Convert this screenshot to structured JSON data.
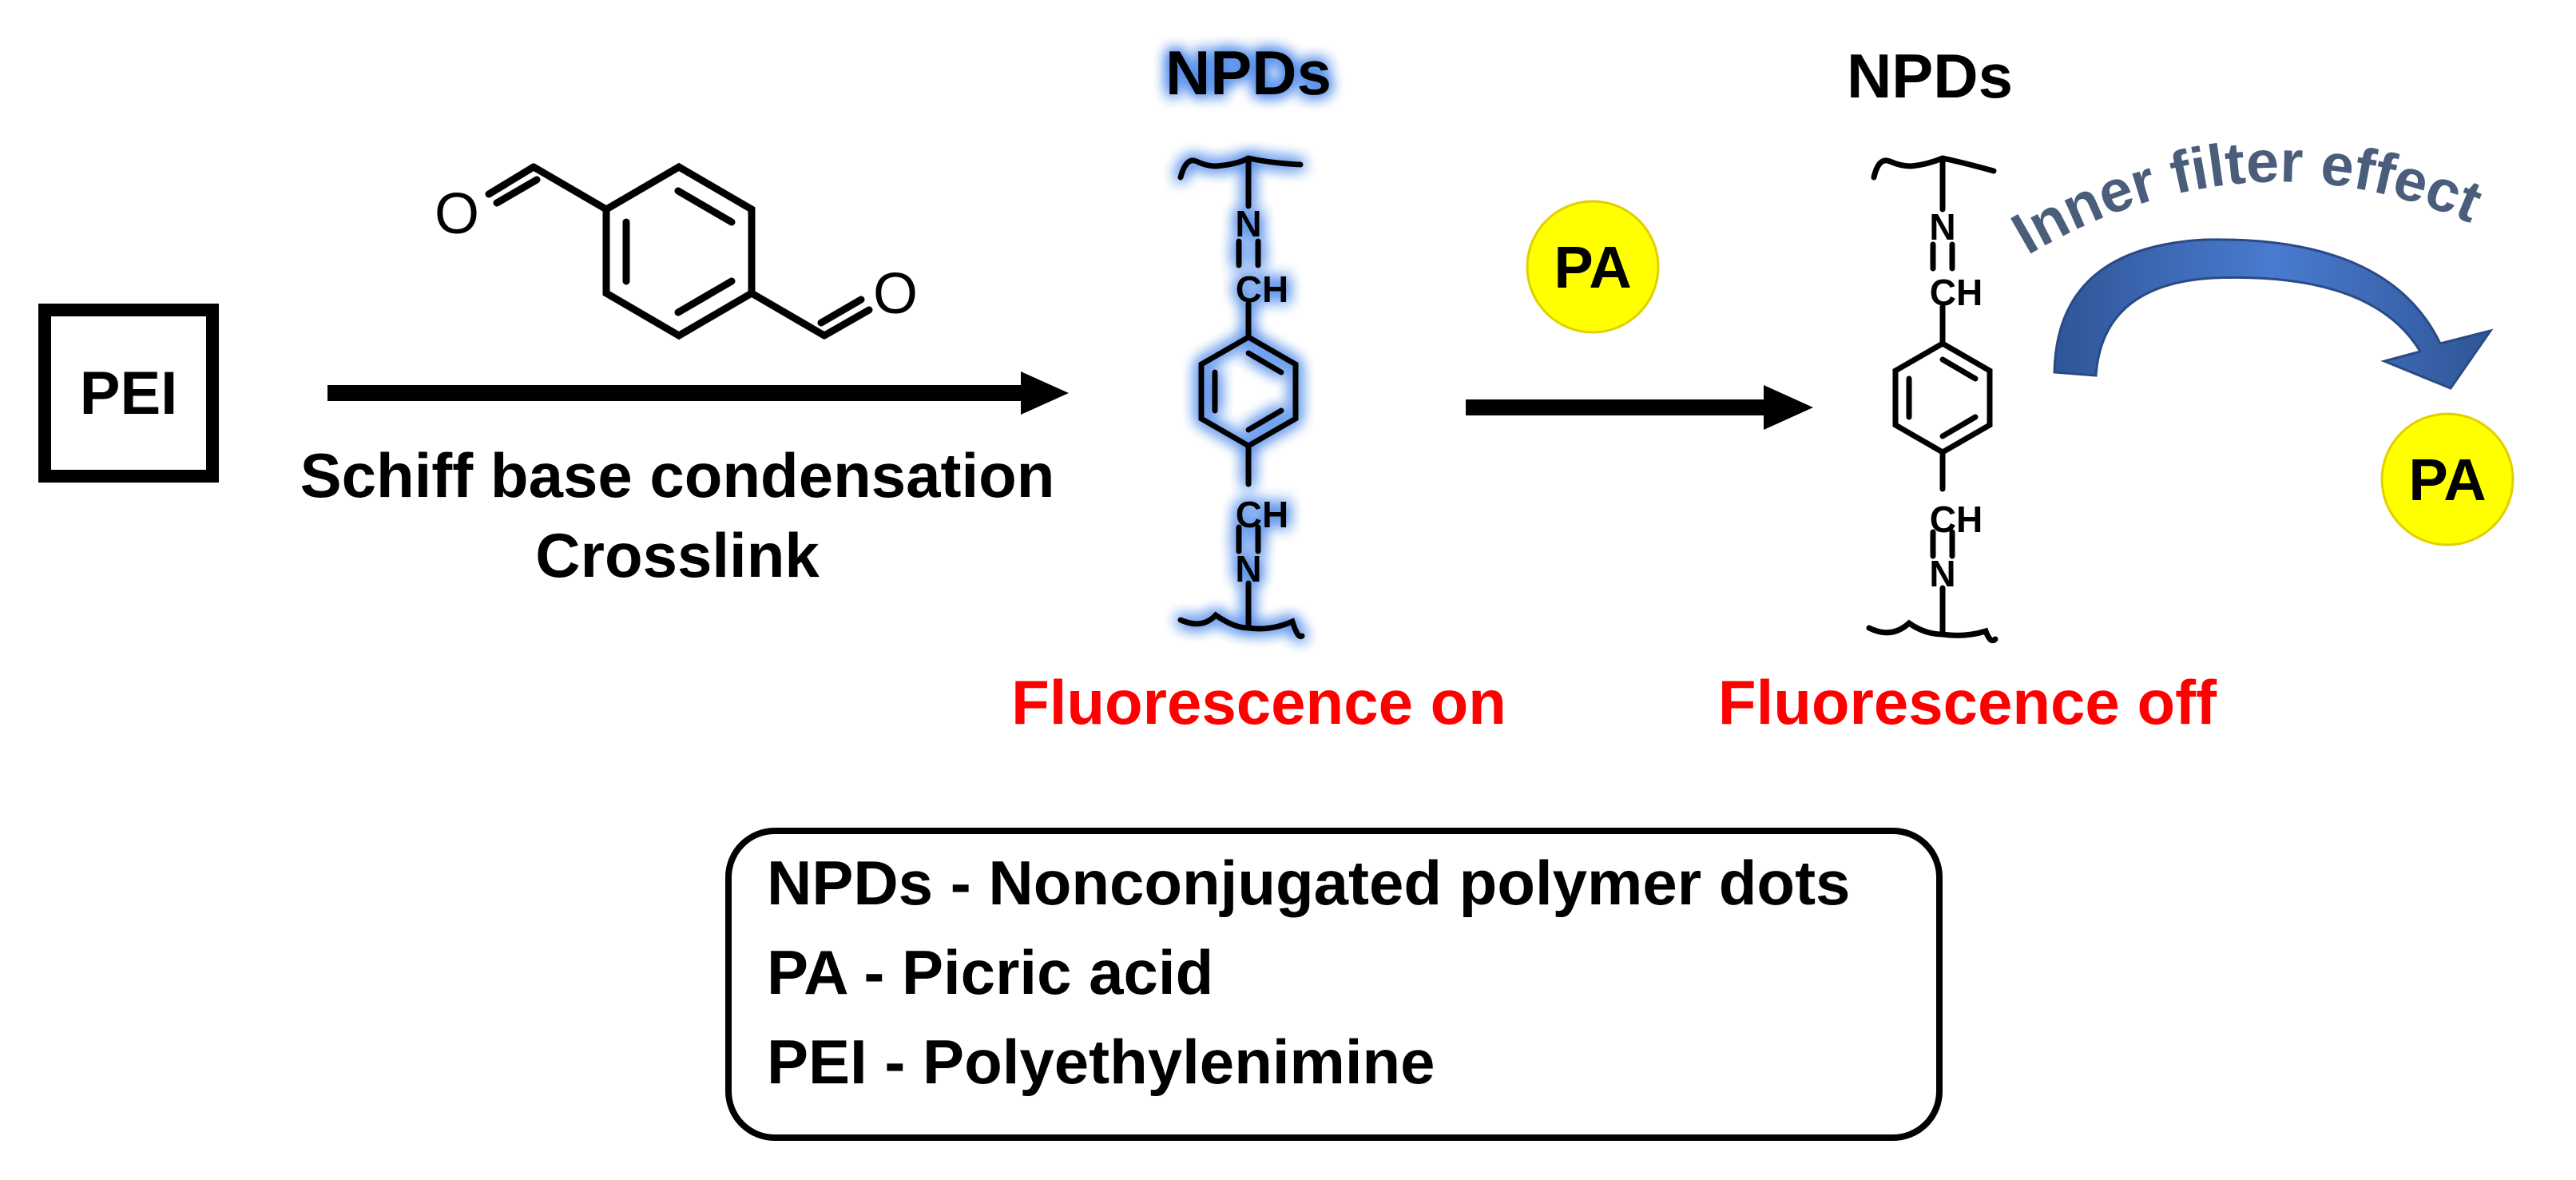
{
  "reactant": "PEI",
  "reaction": {
    "line1": "Schiff base condensation",
    "line2": "Crosslink"
  },
  "aldehyde_atoms": {
    "o1": "O",
    "o2": "O"
  },
  "product_on": {
    "title": "NPDs",
    "atoms": {
      "n_top": "N",
      "ch_top": "CH",
      "ch_bottom": "CH",
      "n_bottom": "N"
    },
    "status": "Fluorescence on"
  },
  "quencher": "PA",
  "product_off": {
    "title": "NPDs",
    "atoms": {
      "n_top": "N",
      "ch_top": "CH",
      "ch_bottom": "CH",
      "n_bottom": "N"
    },
    "status": "Fluorescence off"
  },
  "mechanism": {
    "label": "Inner filter effect",
    "target": "PA"
  },
  "legend": {
    "lines": [
      "NPDs - Nonconjugated polymer dots",
      "PA - Picric acid",
      "PEI - Polyethylenimine"
    ]
  },
  "colors": {
    "status_text": "#ff0000",
    "pa_circle": "#ffff00",
    "glow": "#4a86e8",
    "curve_arrow": "#3d6ab8",
    "ife_text": "#4a5d7a"
  }
}
